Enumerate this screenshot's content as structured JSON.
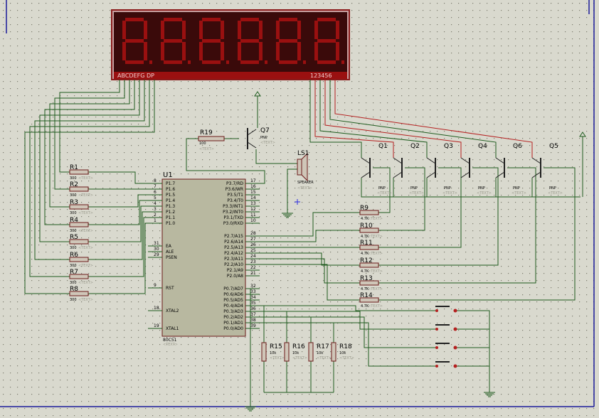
{
  "colors": {
    "background": "#d9d9ce",
    "grid_dot": "#7d7d6e",
    "wire": "#1f5c1f",
    "wire_red": "#b52020",
    "component_body": "#b8b8a0",
    "component_outline": "#8a1a1a",
    "display_bg": "#3a0a0a",
    "segment_off": "#9a1010",
    "border": "#1a1a9a",
    "label": "#000000",
    "hidden_text": "#9a9a8c"
  },
  "display": {
    "segment_labels": "ABCDEFG  DP",
    "digit_labels": "123456",
    "digit_count": 6
  },
  "mcu": {
    "ref": "U1",
    "part": "80C51",
    "text_tag": "<TEXT>",
    "left_pins": [
      {
        "num": "8",
        "name": "P1.7"
      },
      {
        "num": "7",
        "name": "P1.6"
      },
      {
        "num": "6",
        "name": "P1.5"
      },
      {
        "num": "5",
        "name": "P1.4"
      },
      {
        "num": "4",
        "name": "P1.3"
      },
      {
        "num": "3",
        "name": "P1.2"
      },
      {
        "num": "2",
        "name": "P1.1"
      },
      {
        "num": "1",
        "name": "P1.0"
      },
      {
        "num": "31",
        "name": "EA"
      },
      {
        "num": "30",
        "name": "ALE"
      },
      {
        "num": "29",
        "name": "PSEN"
      },
      {
        "num": "9",
        "name": "RST"
      },
      {
        "num": "18",
        "name": "XTAL2"
      },
      {
        "num": "19",
        "name": "XTAL1"
      }
    ],
    "right_pins": [
      {
        "num": "17",
        "name": "P3.7/RD"
      },
      {
        "num": "16",
        "name": "P3.6/WR"
      },
      {
        "num": "15",
        "name": "P3.5/T1"
      },
      {
        "num": "14",
        "name": "P3.4/T0"
      },
      {
        "num": "13",
        "name": "P3.3/INT1"
      },
      {
        "num": "12",
        "name": "P3.2/INT0"
      },
      {
        "num": "11",
        "name": "P3.1/TXD"
      },
      {
        "num": "10",
        "name": "P3.0/RXD"
      },
      {
        "num": "28",
        "name": "P2.7/A15"
      },
      {
        "num": "27",
        "name": "P2.6/A14"
      },
      {
        "num": "26",
        "name": "P2.5/A13"
      },
      {
        "num": "25",
        "name": "P2.4/A12"
      },
      {
        "num": "24",
        "name": "P2.3/A11"
      },
      {
        "num": "23",
        "name": "P2.2/A10"
      },
      {
        "num": "22",
        "name": "P2.1/A9"
      },
      {
        "num": "21",
        "name": "P2.0/A8"
      },
      {
        "num": "32",
        "name": "P0.7/AD7"
      },
      {
        "num": "33",
        "name": "P0.6/AD6"
      },
      {
        "num": "34",
        "name": "P0.5/AD5"
      },
      {
        "num": "35",
        "name": "P0.4/AD4"
      },
      {
        "num": "36",
        "name": "P0.3/AD3"
      },
      {
        "num": "37",
        "name": "P0.2/AD2"
      },
      {
        "num": "38",
        "name": "P0.1/AD1"
      },
      {
        "num": "39",
        "name": "P0.0/AD0"
      }
    ]
  },
  "segment_resistors": [
    {
      "ref": "R1",
      "value": "300",
      "tag": "<TEXT>"
    },
    {
      "ref": "R2",
      "value": "300",
      "tag": "<TEXT>"
    },
    {
      "ref": "R3",
      "value": "300",
      "tag": "<TEXT>"
    },
    {
      "ref": "R4",
      "value": "300",
      "tag": "<TEXT>"
    },
    {
      "ref": "R5",
      "value": "300",
      "tag": "<TEXT>"
    },
    {
      "ref": "R6",
      "value": "300",
      "tag": "<TEXT>"
    },
    {
      "ref": "R7",
      "value": "300",
      "tag": "<TEXT>"
    },
    {
      "ref": "R8",
      "value": "300",
      "tag": "<TEXT>"
    }
  ],
  "base_resistors": [
    {
      "ref": "R9",
      "value": "4.7K",
      "tag": "<TEXT>"
    },
    {
      "ref": "R10",
      "value": "4.7K",
      "tag": "<TEXT>"
    },
    {
      "ref": "R11",
      "value": "4.7K",
      "tag": "<TEXT>"
    },
    {
      "ref": "R12",
      "value": "4.7K",
      "tag": "<TEXT>"
    },
    {
      "ref": "R13",
      "value": "4.7K",
      "tag": "<TEXT>"
    },
    {
      "ref": "R14",
      "value": "4.7K",
      "tag": "<TEXT>"
    }
  ],
  "pullup_resistors": [
    {
      "ref": "R15",
      "value": "10k",
      "tag": "<TEXT>"
    },
    {
      "ref": "R16",
      "value": "10k",
      "tag": "<TEXT>"
    },
    {
      "ref": "R17",
      "value": "10k",
      "tag": "<TEXT>"
    },
    {
      "ref": "R18",
      "value": "10k",
      "tag": "<TEXT>"
    }
  ],
  "transistors": [
    {
      "ref": "Q1",
      "type": "PNP",
      "tag": "<TEXT>"
    },
    {
      "ref": "Q2",
      "type": "PNP",
      "tag": "<TEXT>"
    },
    {
      "ref": "Q3",
      "type": "PNP",
      "tag": "<TEXT>"
    },
    {
      "ref": "Q4",
      "type": "PNP",
      "tag": "<TEXT>"
    },
    {
      "ref": "Q6",
      "type": "PNP",
      "tag": "<TEXT>"
    },
    {
      "ref": "Q5",
      "type": "PNP",
      "tag": "<TEXT>"
    }
  ],
  "q7": {
    "ref": "Q7",
    "type": "PNP",
    "tag": "<TEXT>"
  },
  "r19": {
    "ref": "R19",
    "value": "100",
    "tag": "<TEXT>"
  },
  "speaker": {
    "ref": "LS1",
    "type": "SPEAKER",
    "tag": "<TEXT>"
  }
}
